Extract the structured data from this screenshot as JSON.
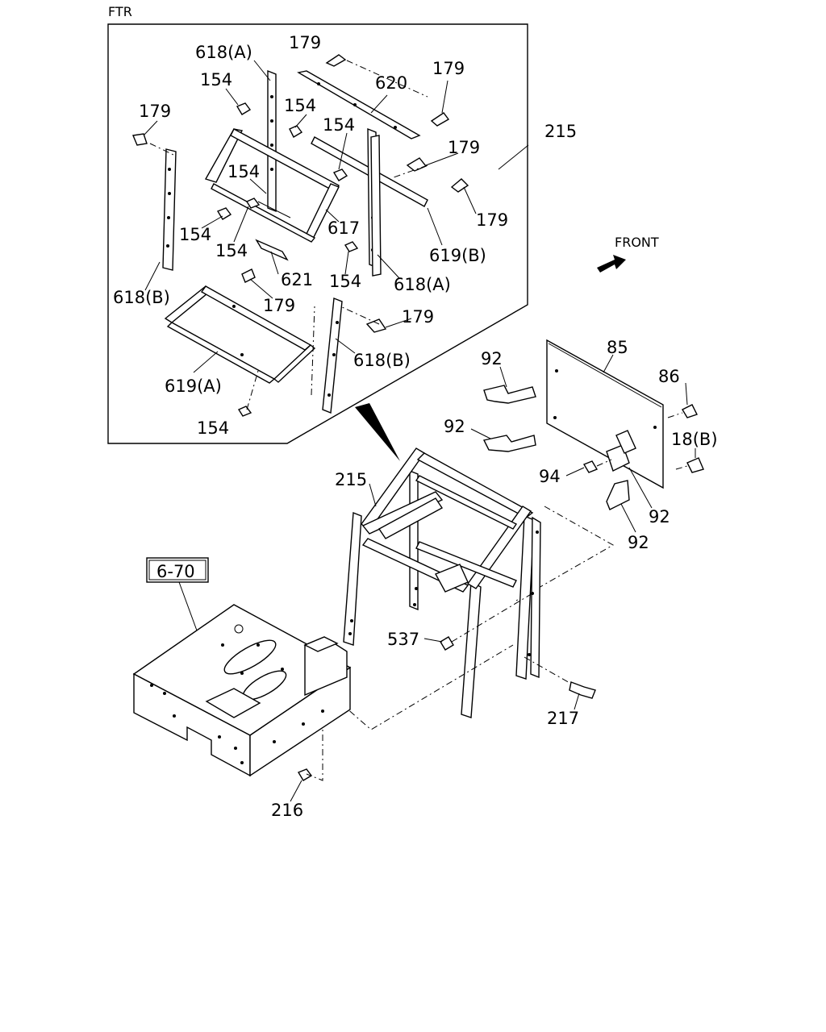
{
  "diagram": {
    "frame_title": "FTR",
    "front_label": "FRONT",
    "ref_box": "6-70",
    "callouts": {
      "c179_top": "179",
      "c618A_top": "618(A)",
      "c154_a": "154",
      "c620": "620",
      "c179_right1": "179",
      "c179_left": "179",
      "c154_b": "154",
      "c154_c": "154",
      "c215_frame": "215",
      "c179_right2": "179",
      "c154_d": "154",
      "c179_right3": "179",
      "c154_e": "154",
      "c154_f": "154",
      "c617": "617",
      "c619B": "619(B)",
      "c621": "621",
      "c154_g": "154",
      "c618A_bottom": "618(A)",
      "c618B_left": "618(B)",
      "c179_bottom": "179",
      "c179_mid": "179",
      "c618B_bottom": "618(B)",
      "c619A": "619(A)",
      "c154_h": "154",
      "c85": "85",
      "c92_a": "92",
      "c86": "86",
      "c92_b": "92",
      "c18B": "18(B)",
      "c94": "94",
      "c92_c": "92",
      "c92_d": "92",
      "c215_main": "215",
      "c537": "537",
      "c217": "217",
      "c216": "216"
    }
  }
}
